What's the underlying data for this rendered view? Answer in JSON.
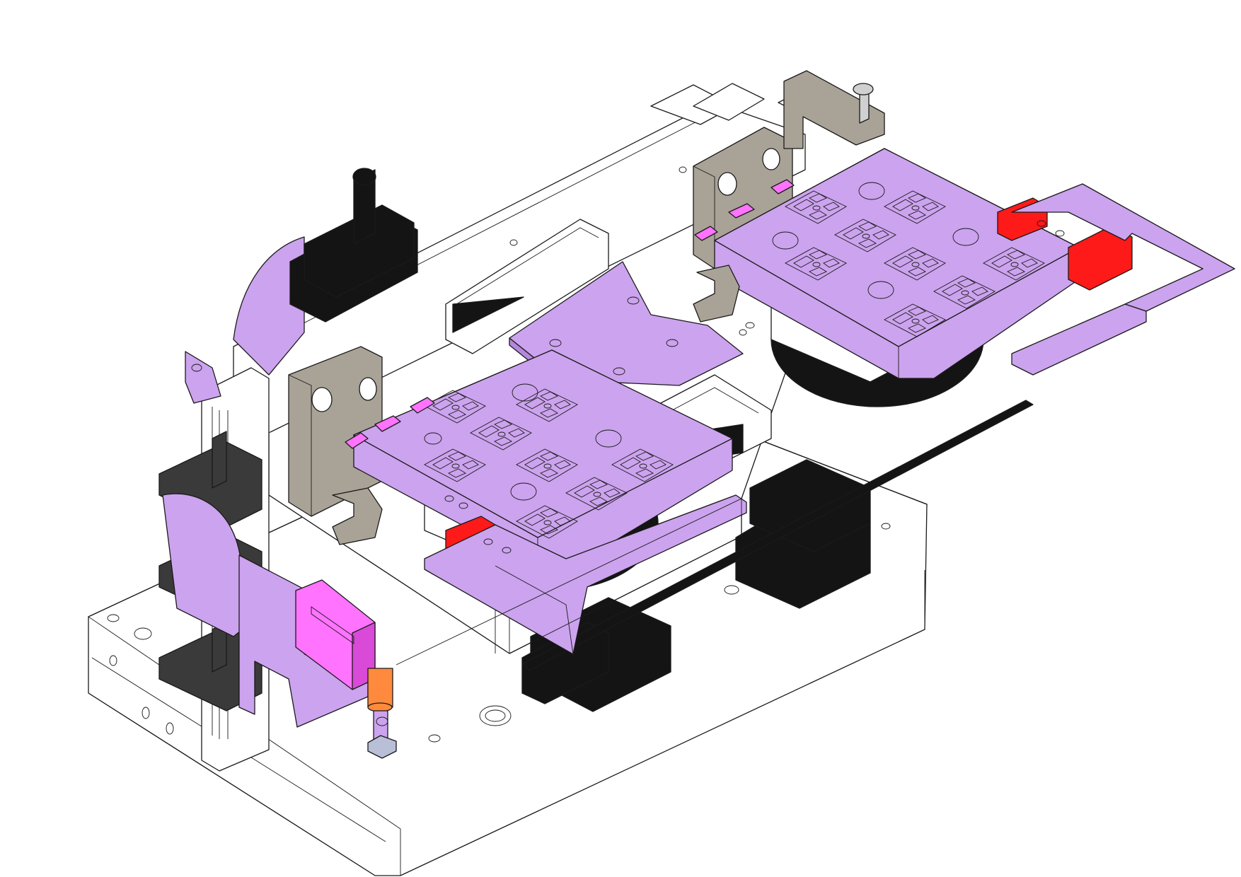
{
  "colors": {
    "background": "#ffffff",
    "frame": "#ffffff",
    "outline": "#1a1a1a",
    "lavender": "#cca3ee",
    "lavender_dark": "#b488dc",
    "magenta": "#ff73ff",
    "magenta_dark": "#d94ad9",
    "red": "#ff1a1a",
    "red_dark": "#c40000",
    "black_part": "#141414",
    "dark_grey_part": "#3a3a3a",
    "taupe": "#a9a297",
    "taupe_dark": "#8c867c",
    "orange": "#ff8a3d",
    "fastener_blue": "#b9bfd6"
  },
  "parts": [
    {
      "name": "base-plate",
      "color": "frame"
    },
    {
      "name": "mounting-frame",
      "color": "frame"
    },
    {
      "name": "nest-tray-left",
      "color": "lavender"
    },
    {
      "name": "nest-tray-right",
      "color": "lavender"
    },
    {
      "name": "stepper-motor-left",
      "color": "black_part"
    },
    {
      "name": "stepper-motor-right",
      "color": "black_part"
    },
    {
      "name": "clamp-block-left",
      "color": "taupe"
    },
    {
      "name": "clamp-block-right",
      "color": "taupe"
    },
    {
      "name": "red-stop-block-left",
      "color": "red"
    },
    {
      "name": "red-stop-block-right",
      "color": "red"
    },
    {
      "name": "sensor-brackets",
      "color": "dark_grey_part"
    },
    {
      "name": "magenta-connector",
      "color": "magenta"
    },
    {
      "name": "orange-fitting",
      "color": "orange"
    }
  ]
}
